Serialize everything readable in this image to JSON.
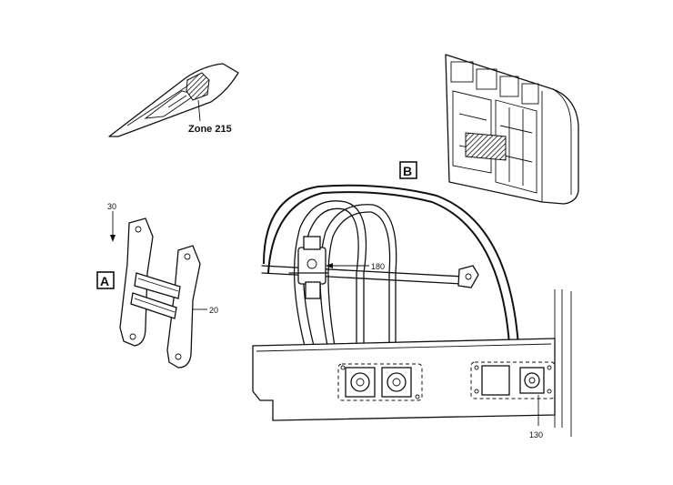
{
  "labels": {
    "zone": "Zone 215",
    "view_a": "A",
    "view_b": "B",
    "ref_30": "30",
    "ref_20": "20",
    "ref_180": "180",
    "ref_130": "130"
  }
}
